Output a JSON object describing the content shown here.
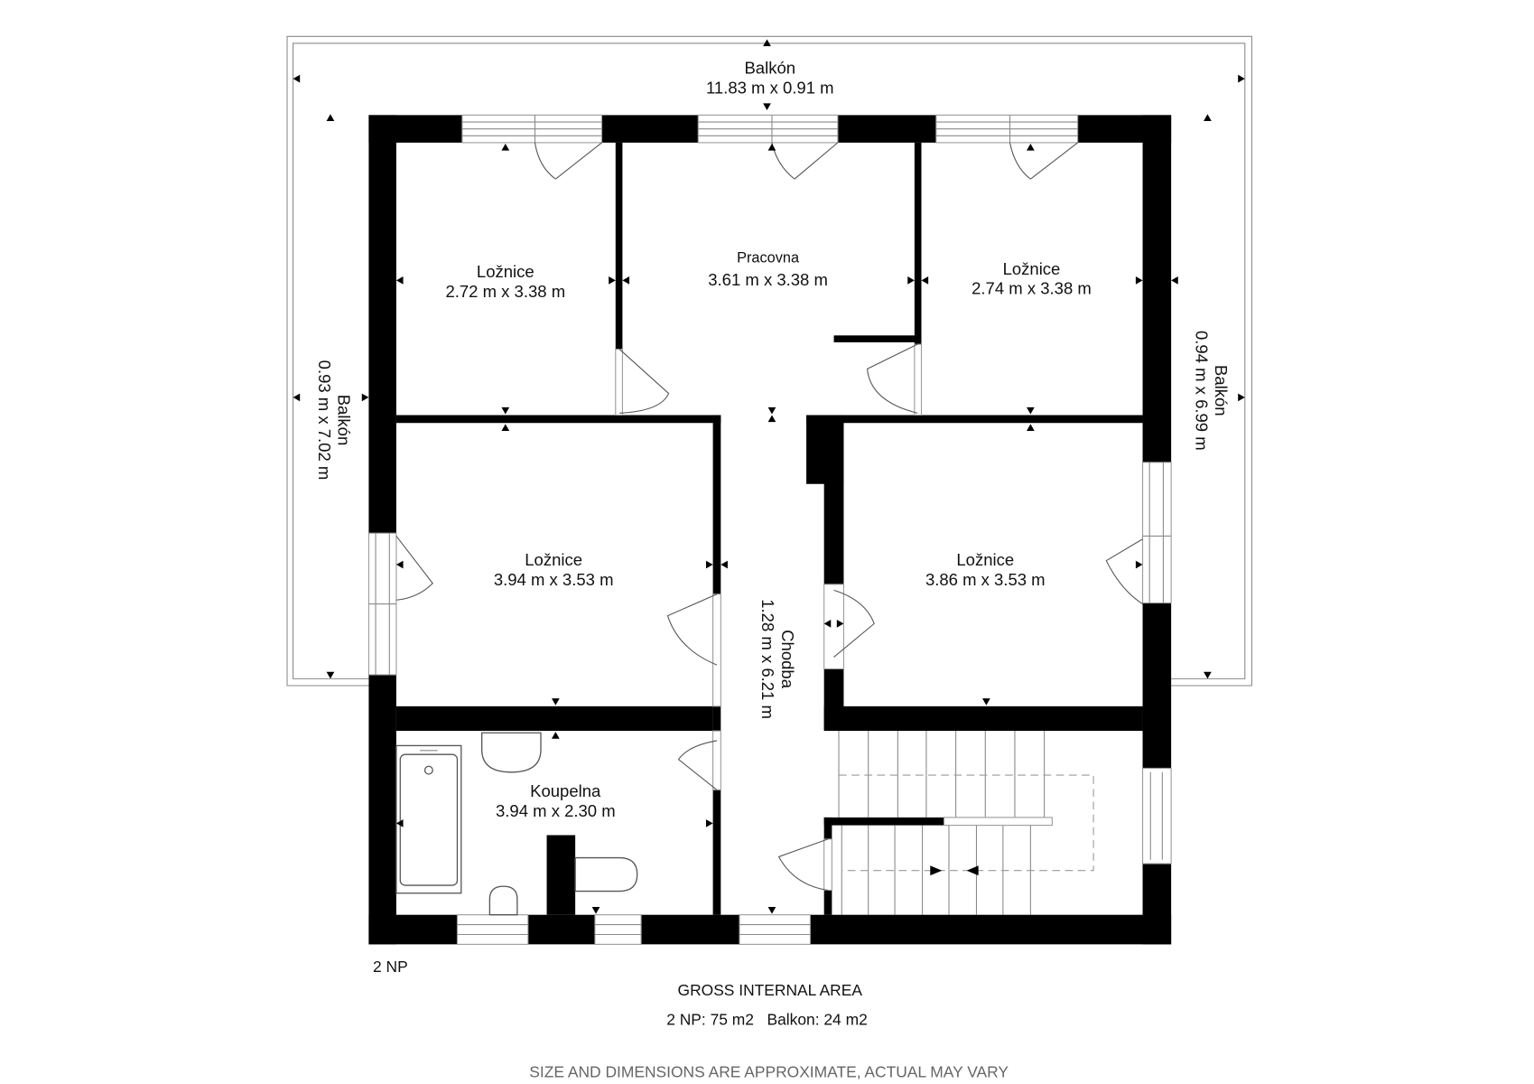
{
  "floor_label": "2 NP",
  "rooms": {
    "balcony_top": {
      "name": "Balkón",
      "dims": "11.83 m x 0.91 m"
    },
    "balcony_left": {
      "name": "Balkón",
      "dims": "0.93 m x 7.02 m"
    },
    "balcony_right": {
      "name": "Balkón",
      "dims": "0.94 m x 6.99 m"
    },
    "bedroom_top_left": {
      "name": "Ložnice",
      "dims": "2.72 m x 3.38 m"
    },
    "study": {
      "name": "Pracovna",
      "dims": "3.61 m x 3.38 m"
    },
    "bedroom_top_right": {
      "name": "Ložnice",
      "dims": "2.74 m x 3.38 m"
    },
    "bedroom_mid_left": {
      "name": "Ložnice",
      "dims": "3.94 m x 3.53 m"
    },
    "bedroom_mid_right": {
      "name": "Ložnice",
      "dims": "3.86 m x 3.53 m"
    },
    "hallway": {
      "name": "Chodba",
      "dims": "1.28 m x 6.21 m"
    },
    "bathroom": {
      "name": "Koupelna",
      "dims": "3.94 m x 2.30 m"
    }
  },
  "area": {
    "title": "GROSS INTERNAL AREA",
    "summary": "2 NP: 75 m2   Balkon: 24 m2"
  },
  "disclaimer": "SIZE AND DIMENSIONS ARE APPROXIMATE, ACTUAL MAY VARY",
  "colors": {
    "wall": "#000000",
    "background": "#ffffff",
    "line": "#8a8a8a"
  }
}
